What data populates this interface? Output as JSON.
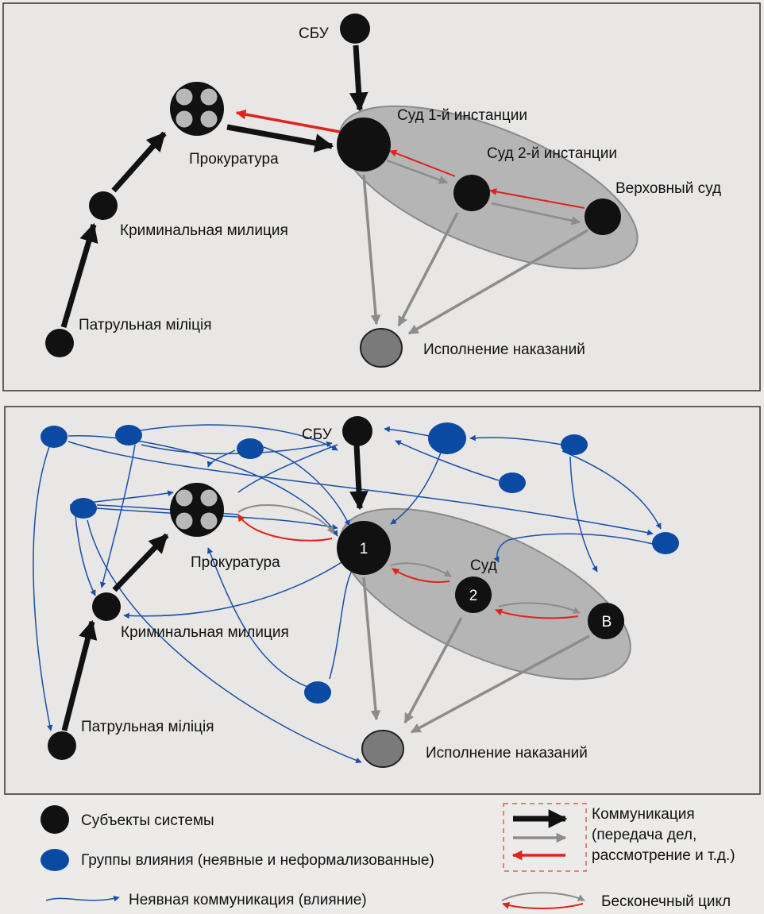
{
  "colors": {
    "subject": "#111111",
    "influence_group": "#0b4aa3",
    "court_ellipse": "#b5b5b5",
    "execution_node": "#7a7a7a",
    "prosecutor_inner": "#b8b8b8",
    "arrow_black": "#111111",
    "arrow_gray": "#8c8c8c",
    "arrow_red": "#e0231b",
    "implicit_link": "#1a4fa8",
    "legend_dashed_frame": "#e8613a"
  },
  "top_panel": {
    "sbu": "СБУ",
    "court1": "Суд  1-й инстанции",
    "court2": "Суд 2-й инстанции",
    "supreme": "Верховный суд",
    "prosecutor": "Прокуратура",
    "criminal_militia": "Криминальная милиция",
    "patrol_militia": "Патрульная міліція",
    "execution": "Исполнение наказаний"
  },
  "bottom_panel": {
    "sbu": "СБУ",
    "court_group": "Суд",
    "court1_num": "1",
    "court2_num": "2",
    "supreme_letter": "В",
    "prosecutor": "Прокуратура",
    "criminal_militia": "Криминальная милиция",
    "patrol_militia": "Патрульная міліція",
    "execution": "Исполнение наказаний"
  },
  "legend": {
    "subjects": "Субъекты системы",
    "groups": "Группы влияния (неявные и неформализованные)",
    "implicit": "Неявная коммуникация (влияние)",
    "communication_line1": "Коммуникация",
    "communication_line2": "(передача дел,",
    "communication_line3": "рассмотрение и т.д.)",
    "endless_cycle": "Бесконечный цикл"
  }
}
